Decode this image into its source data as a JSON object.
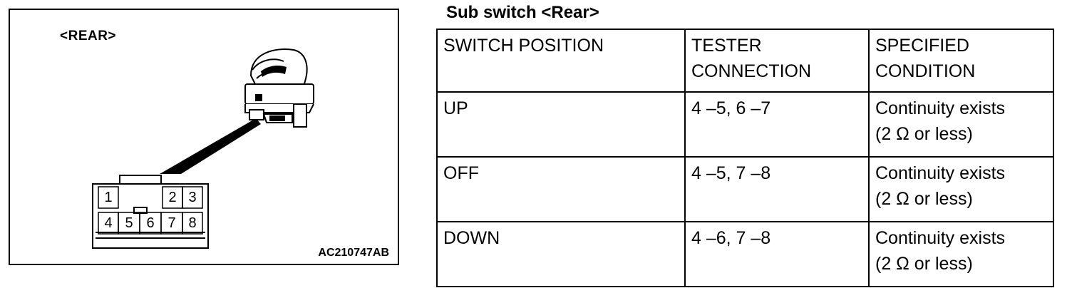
{
  "figure": {
    "label": "<REAR>",
    "code": "AC210747AB",
    "connector_pins_top": [
      "1",
      "2",
      "3"
    ],
    "connector_pins_bottom": [
      "4",
      "5",
      "6",
      "7",
      "8"
    ]
  },
  "table": {
    "title": "Sub switch <Rear>",
    "headers": {
      "switch_position": "SWITCH POSITION",
      "tester_connection_1": "TESTER",
      "tester_connection_2": "CONNECTION",
      "specified_condition_1": "SPECIFIED",
      "specified_condition_2": "CONDITION"
    },
    "rows": [
      {
        "position": "UP",
        "connection": "4 –5, 6 –7",
        "condition_1": "Continuity exists",
        "condition_2": "(2 Ω or less)"
      },
      {
        "position": "OFF",
        "connection": "4 –5, 7 –8",
        "condition_1": "Continuity exists",
        "condition_2": "(2 Ω or less)"
      },
      {
        "position": "DOWN",
        "connection": "4 –6, 7 –8",
        "condition_1": "Continuity exists",
        "condition_2": "(2 Ω or less)"
      }
    ]
  }
}
